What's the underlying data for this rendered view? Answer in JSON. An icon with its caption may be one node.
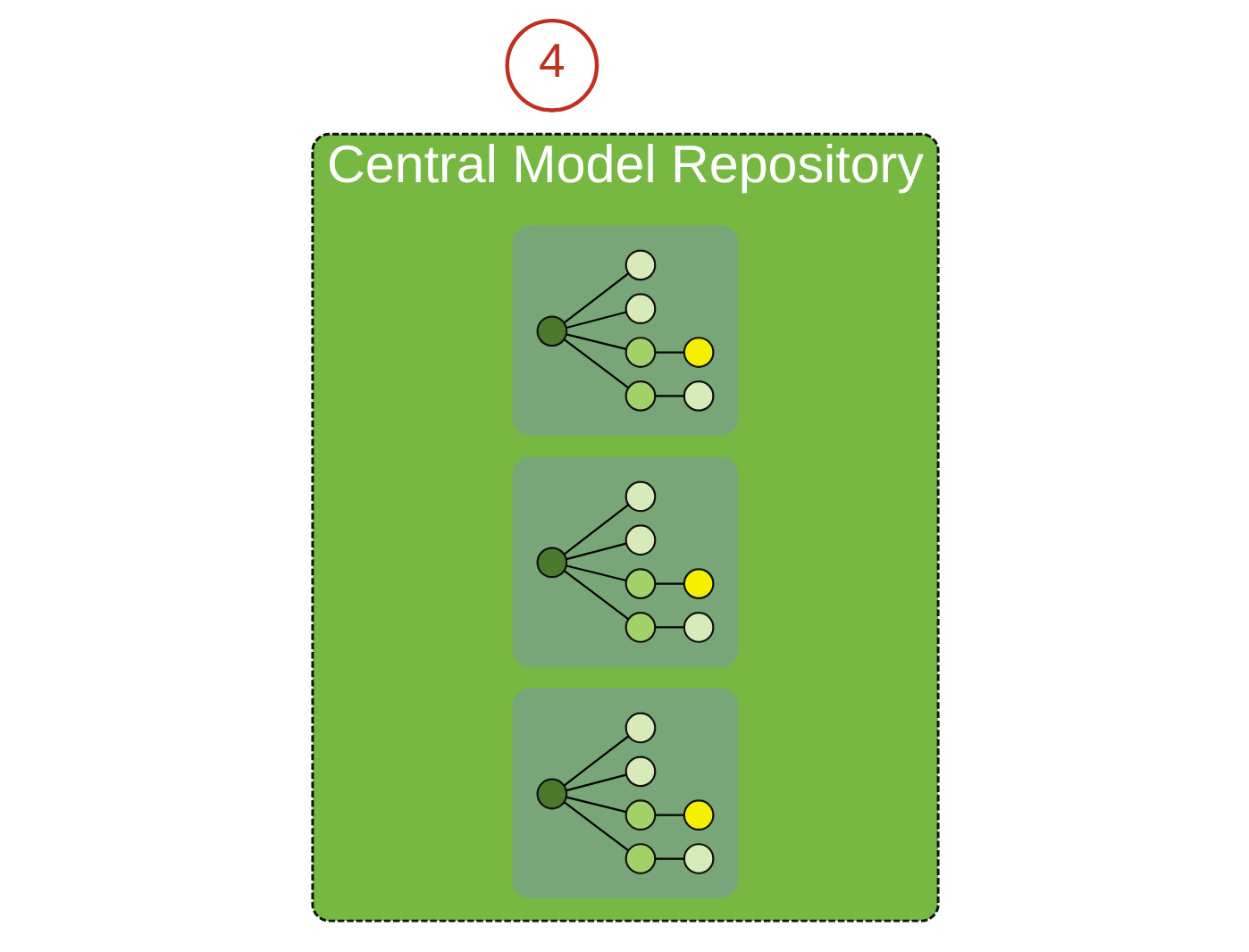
{
  "diagram": {
    "nodes": [
      {
        "text": [
          "Central Model Repository"
        ]
      },
      {
        "text": [],
        "shape": "box",
        "in": 0
      },
      {
        "text": [],
        "shape": "circle",
        "in": 1
      },
      {
        "text": [],
        "shape": "circle",
        "in": 1
      },
      {
        "text": [],
        "shape": "circle",
        "in": 1
      },
      {
        "text": [],
        "shape": "circle",
        "in": 1
      },
      {
        "text": [],
        "shape": "circle",
        "in": 1
      },
      {
        "text": [],
        "shape": "circle",
        "in": 1
      },
      {
        "text": [],
        "shape": "circle",
        "in": 1
      },
      {
        "text": [],
        "shape": "box",
        "in": 0
      },
      {
        "text": [],
        "shape": "circle",
        "in": 9
      },
      {
        "text": [],
        "shape": "circle",
        "in": 9
      },
      {
        "text": [],
        "shape": "circle",
        "in": 9
      },
      {
        "text": [],
        "shape": "circle",
        "in": 9
      },
      {
        "text": [],
        "shape": "circle",
        "in": 9
      },
      {
        "text": [],
        "shape": "circle",
        "in": 9
      },
      {
        "text": [],
        "shape": "circle",
        "in": 9
      },
      {
        "text": [],
        "shape": "box",
        "in": 0
      },
      {
        "text": [],
        "shape": "circle",
        "in": 17
      },
      {
        "text": [],
        "shape": "circle",
        "in": 17
      },
      {
        "text": [],
        "shape": "circle",
        "in": 17
      },
      {
        "text": [],
        "shape": "circle",
        "in": 17
      },
      {
        "text": [],
        "shape": "circle",
        "in": 17
      },
      {
        "text": [],
        "shape": "circle",
        "in": 17
      },
      {
        "text": [],
        "shape": "circle",
        "in": 17
      },
      {
        "text": [
          "4"
        ]
      }
    ],
    "edges": [
      {
        "from": 2,
        "to": 3,
        "arrow": "none"
      },
      {
        "from": 3,
        "to": 4,
        "arrow": "none"
      },
      {
        "from": 2,
        "to": 5,
        "arrow": "none"
      },
      {
        "from": 5,
        "to": 6,
        "arrow": "none"
      },
      {
        "from": 2,
        "to": 7,
        "arrow": "none"
      },
      {
        "from": 2,
        "to": 8,
        "arrow": "none"
      },
      {
        "from": 10,
        "to": 11,
        "arrow": "none"
      },
      {
        "from": 11,
        "to": 12,
        "arrow": "none"
      },
      {
        "from": 10,
        "to": 13,
        "arrow": "none"
      },
      {
        "from": 13,
        "to": 14,
        "arrow": "none"
      },
      {
        "from": 10,
        "to": 15,
        "arrow": "none"
      },
      {
        "from": 10,
        "to": 16,
        "arrow": "none"
      },
      {
        "from": 18,
        "to": 19,
        "arrow": "none"
      },
      {
        "from": 19,
        "to": 20,
        "arrow": "none"
      },
      {
        "from": 18,
        "to": 21,
        "arrow": "none"
      },
      {
        "from": 21,
        "to": 22,
        "arrow": "none"
      },
      {
        "from": 18,
        "to": 23,
        "arrow": "none"
      },
      {
        "from": 18,
        "to": 24,
        "arrow": "none"
      }
    ]
  }
}
